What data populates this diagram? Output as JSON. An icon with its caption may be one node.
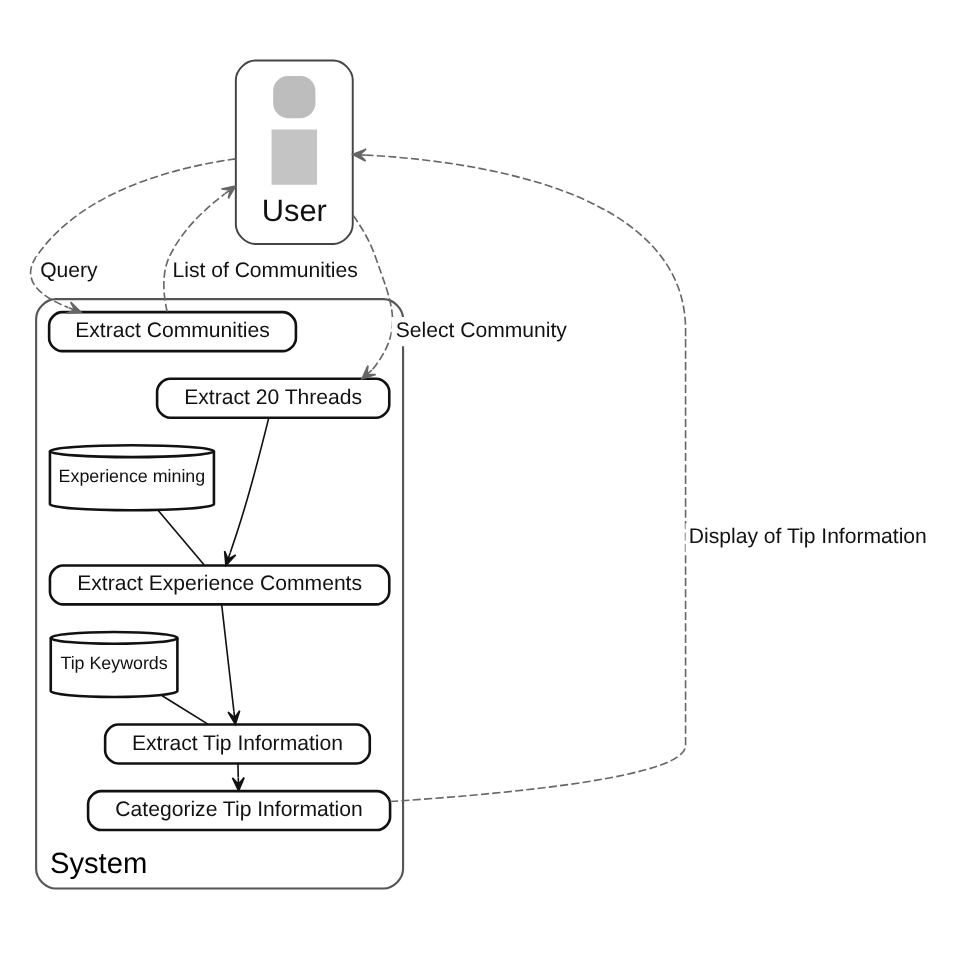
{
  "diagram": {
    "nodes": [
      {
        "text": [
          "User"
        ]
      },
      {
        "text": [
          "System"
        ]
      },
      {
        "text": [
          "Extract Communities"
        ],
        "in": 1
      },
      {
        "text": [
          "Extract 20 Threads"
        ],
        "in": 1
      },
      {
        "text": [
          "Experience mining"
        ],
        "in": 1
      },
      {
        "text": [
          "Extract Experience Comments"
        ],
        "in": 1
      },
      {
        "text": [
          "Tip Keywords"
        ],
        "in": 1
      },
      {
        "text": [
          "Extract Tip Information"
        ],
        "in": 1
      },
      {
        "text": [
          "Categorize Tip Information"
        ],
        "in": 1
      }
    ],
    "edges": [
      {
        "from": 0,
        "to": 2,
        "arrow": "to",
        "label": "Query",
        "style": "dashed",
        "color": "#666666"
      },
      {
        "from": 2,
        "to": 0,
        "arrow": "to",
        "label": "List of Communities",
        "style": "dashed",
        "color": "#666666"
      },
      {
        "from": 0,
        "to": 3,
        "arrow": "to",
        "label": "Select Community",
        "style": "dashed",
        "color": "#666666"
      },
      {
        "from": 3,
        "to": 5,
        "arrow": "to"
      },
      {
        "from": 4,
        "to": 5,
        "arrow": "none"
      },
      {
        "from": 5,
        "to": 7,
        "arrow": "to"
      },
      {
        "from": 6,
        "to": 7,
        "arrow": "none"
      },
      {
        "from": 7,
        "to": 8,
        "arrow": "to"
      },
      {
        "from": 8,
        "to": 0,
        "arrow": "to",
        "label": "Display of Tip Information",
        "style": "dashed",
        "color": "#666666"
      }
    ]
  }
}
